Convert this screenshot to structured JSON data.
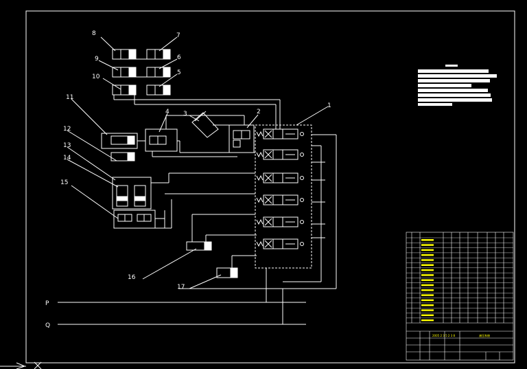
{
  "colors": {
    "background": "#000000",
    "line": "#ffffff",
    "title_block_text": "#ffff00"
  },
  "part_labels": [
    "1",
    "2",
    "3",
    "4",
    "5",
    "6",
    "7",
    "8",
    "9",
    "10",
    "11",
    "12",
    "13",
    "14",
    "15",
    "16",
    "17"
  ],
  "line_labels": {
    "pressure": "P",
    "return": "Q"
  },
  "title_block": {
    "drawing_no": "2005 2 3 5 2 3 8",
    "title": "液压系统"
  },
  "notes_heading": "技术要求"
}
